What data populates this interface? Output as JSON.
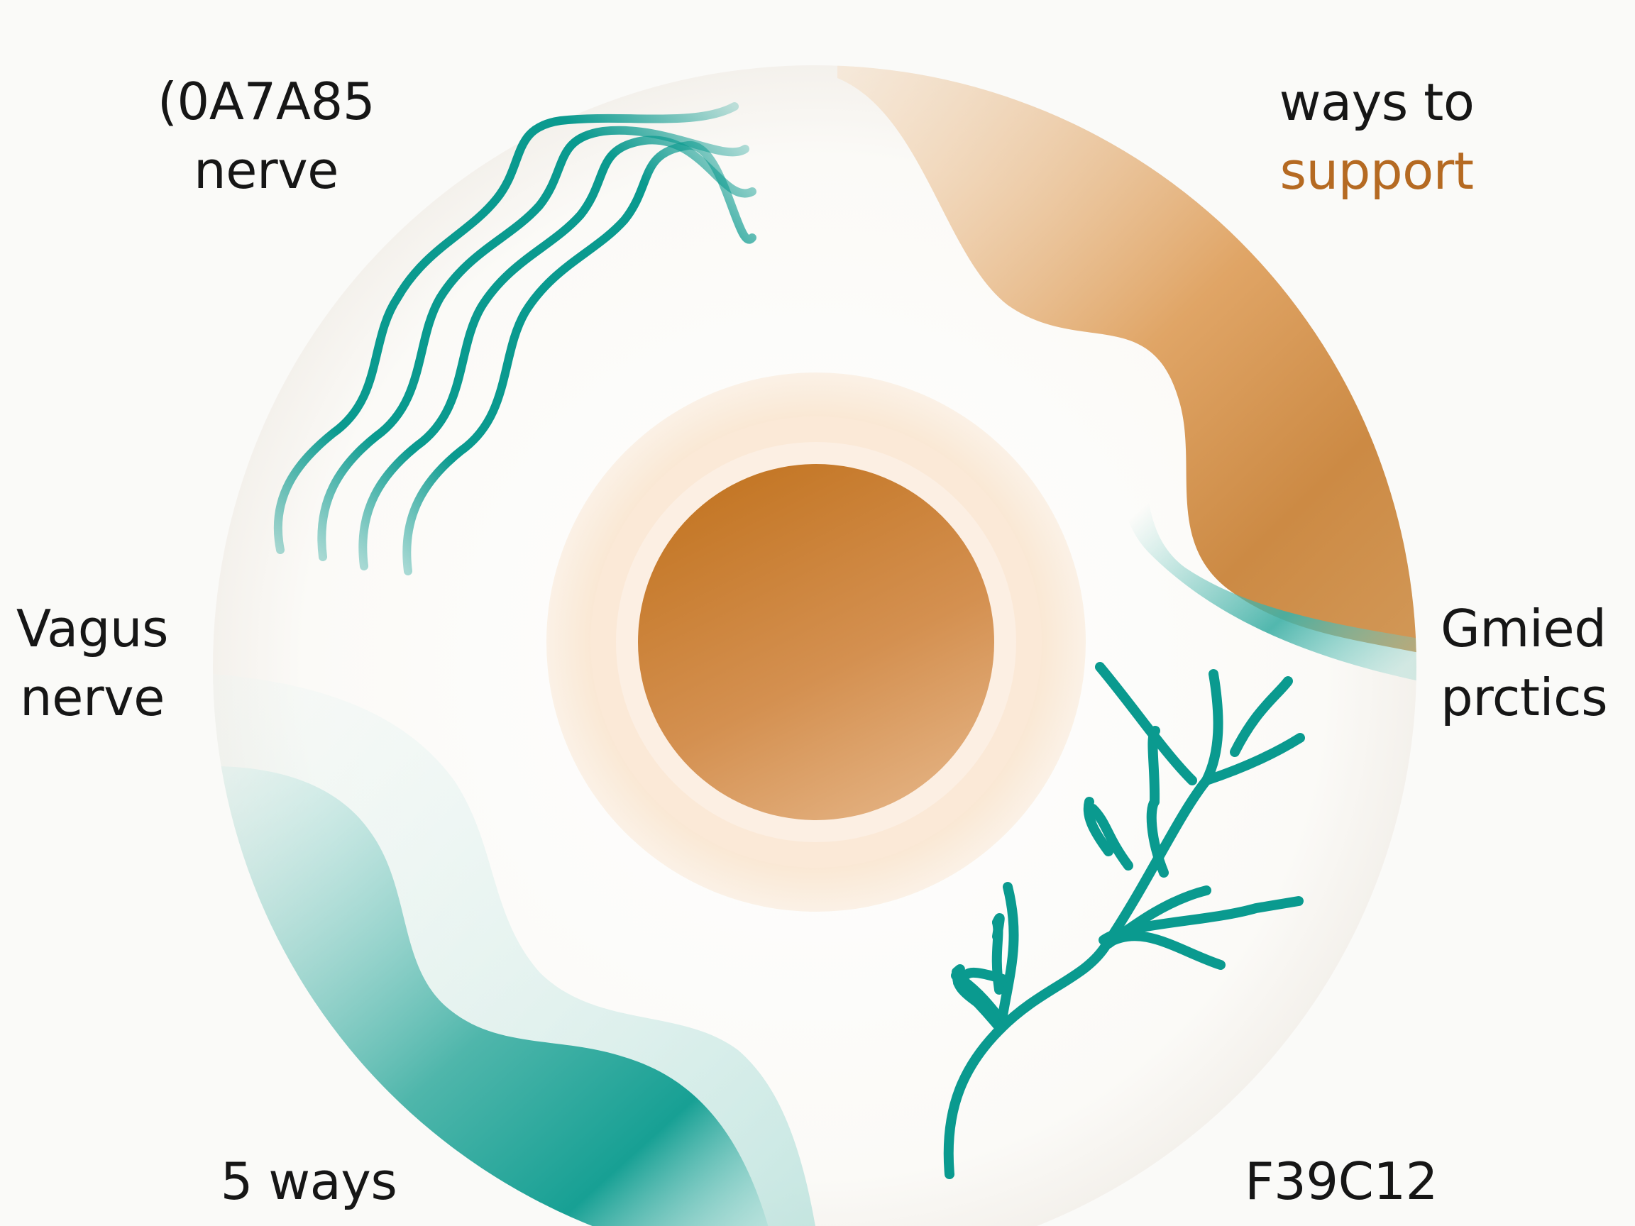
{
  "labels": {
    "top_left": {
      "line1": "(0A7A85",
      "line2": "nerve"
    },
    "top_right": {
      "line1": "ways to",
      "line2": "support"
    },
    "middle_left": {
      "line1": "Vagus",
      "line2": "nerve"
    },
    "middle_right": {
      "line1": "Gmied",
      "line2": "prctics"
    },
    "bottom_left": {
      "line1": "5 ways"
    },
    "bottom_right": {
      "line1": "F39C12"
    }
  },
  "colors": {
    "teal": "#0a9a8f",
    "orange": "#c87a2e",
    "background": "#fafaf8",
    "text": "#161616",
    "accent_text": "#b56a22"
  },
  "icons": {
    "waves": "wavy-nerve-lines-icon",
    "branch": "branching-nerve-icon",
    "center": "concentric-circle-icon"
  }
}
